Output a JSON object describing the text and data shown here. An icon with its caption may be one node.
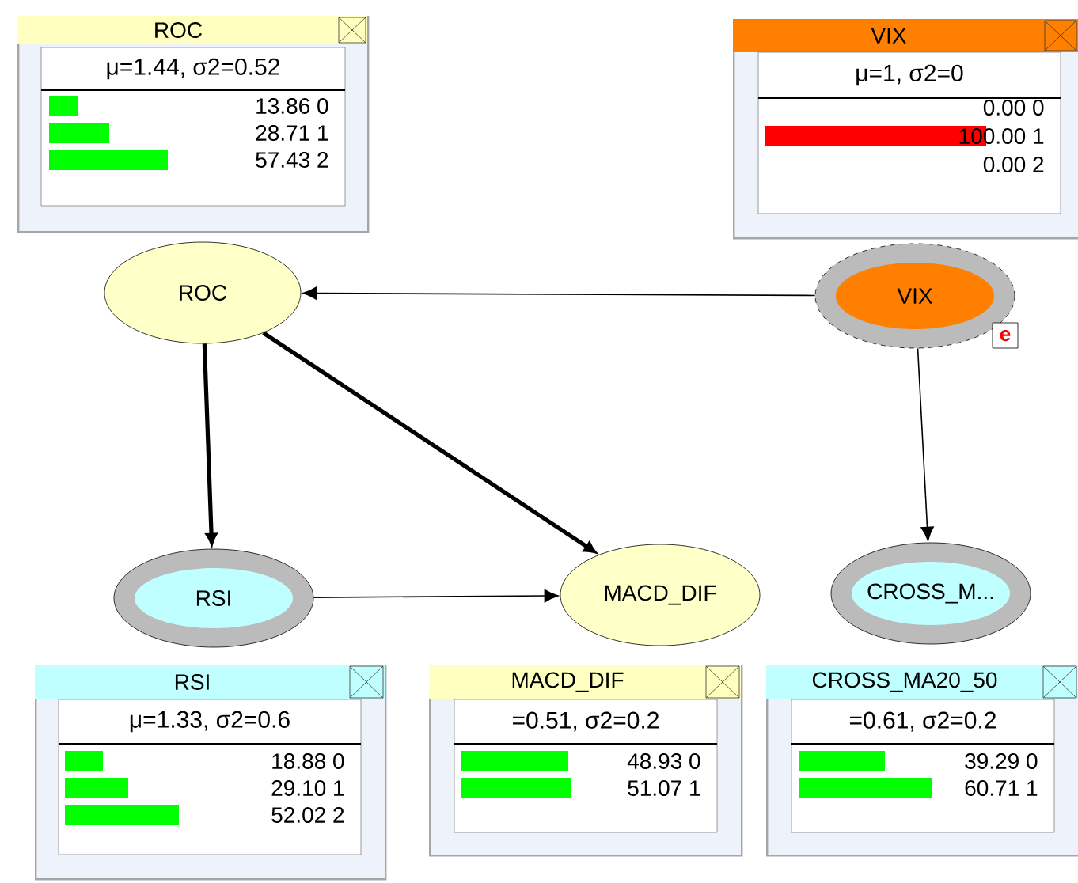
{
  "diagram": {
    "nodes": [
      {
        "text": [
          "ROC",
          "μ=1.44, σ2=0.52",
          "13.86 0",
          "28.71 1",
          "57.43 2"
        ]
      },
      {
        "text": [
          "VIX",
          "μ=1, σ2=0",
          "0.00 0",
          "100.00 1",
          "0.00 2"
        ]
      },
      {
        "text": [
          "ROC"
        ]
      },
      {
        "text": [
          "VIX"
        ],
        "beside": [
          "e"
        ]
      },
      {
        "text": [
          "RSI"
        ]
      },
      {
        "text": [
          "MACD_DIF"
        ]
      },
      {
        "text": [
          "CROSS_M..."
        ]
      },
      {
        "text": [
          "RSI",
          "μ=1.33, σ2=0.6",
          "18.88 0",
          "29.10 1",
          "52.02 2"
        ]
      },
      {
        "text": [
          "MACD_DIF",
          "=0.51, σ2=0.2",
          "48.93 0",
          "51.07 1"
        ]
      },
      {
        "text": [
          "CROSS_MA20_50",
          "=0.61, σ2=0.2",
          "39.29 0",
          "60.71 1"
        ]
      }
    ],
    "edges": [
      {
        "from": 3,
        "to": 2,
        "arrow": "to"
      },
      {
        "from": 2,
        "to": 4,
        "arrow": "to",
        "style": "thick"
      },
      {
        "from": 2,
        "to": 5,
        "arrow": "to",
        "style": "thick"
      },
      {
        "from": 4,
        "to": 5,
        "arrow": "to"
      },
      {
        "from": 3,
        "to": 6,
        "arrow": "to"
      }
    ]
  }
}
